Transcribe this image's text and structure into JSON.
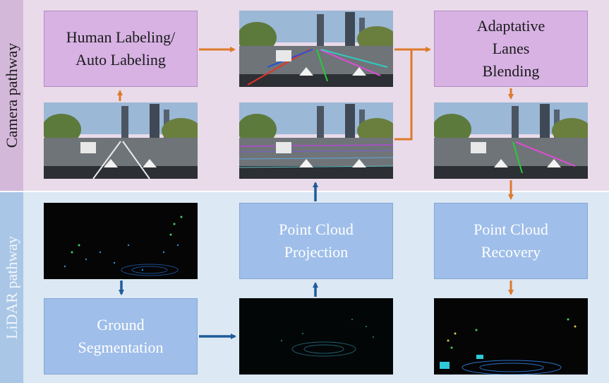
{
  "pathways": {
    "camera": "Camera pathway",
    "lidar": "LiDAR pathway"
  },
  "boxes": {
    "labeling": [
      "Human Labeling/",
      "Auto Labeling"
    ],
    "blending": [
      "Adaptative",
      "Lanes",
      "Blending"
    ],
    "projection": [
      "Point Cloud",
      "Projection"
    ],
    "recovery": [
      "Point Cloud",
      "Recovery"
    ],
    "segmentation": [
      "Ground",
      "Segmentation"
    ]
  },
  "colors": {
    "camera_band": "#e9dbea",
    "lidar_band": "#dce8f3",
    "purple_box": "#d7b2e3",
    "blue_box": "#9fbee9",
    "orange_arrow": "#dd7a2a",
    "blue_arrow": "#1f5c99"
  }
}
